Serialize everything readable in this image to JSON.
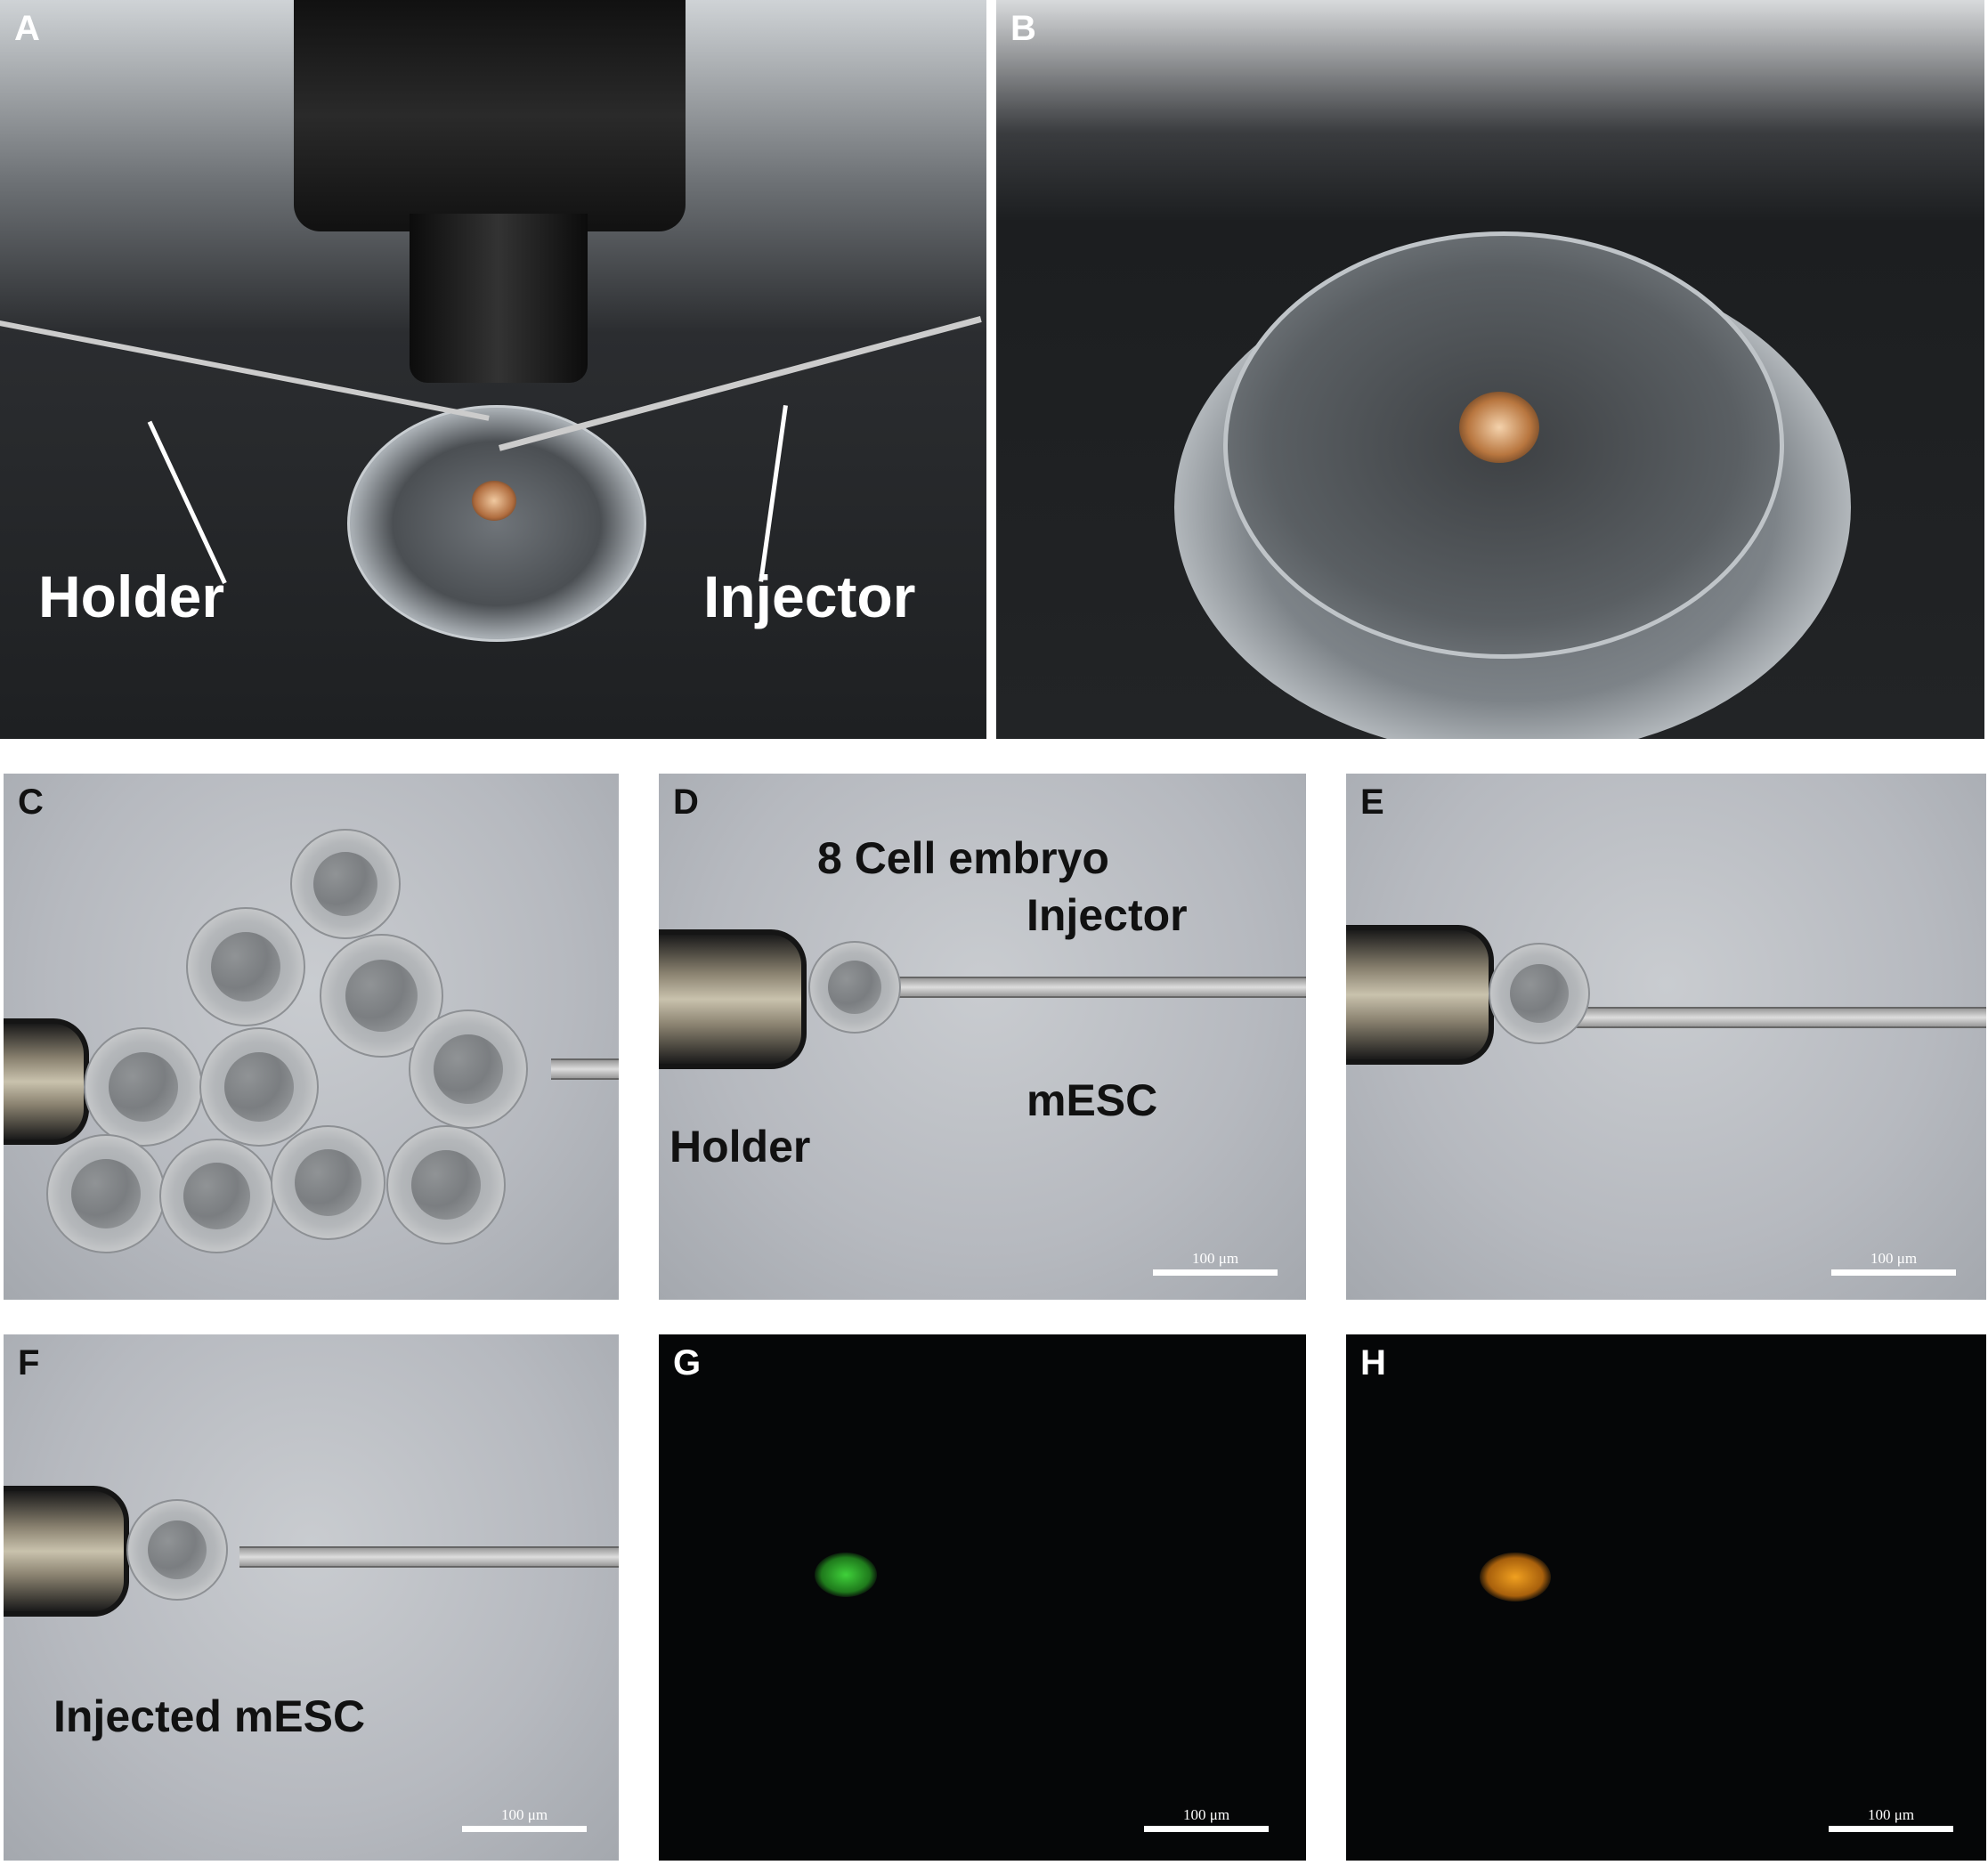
{
  "panels": {
    "A": {
      "label": "A",
      "annotations": {
        "holder": "Holder",
        "injector": "Injector"
      }
    },
    "B": {
      "label": "B"
    },
    "C": {
      "label": "C"
    },
    "D": {
      "label": "D",
      "annotations": {
        "embryo": "8 Cell embryo",
        "injector": "Injector",
        "mesc": "mESC",
        "holder": "Holder"
      },
      "scale_bar": "100 μm"
    },
    "E": {
      "label": "E",
      "scale_bar": "100 μm"
    },
    "F": {
      "label": "F",
      "annotations": {
        "injected": "Injected mESC"
      },
      "scale_bar": "100 μm"
    },
    "G": {
      "label": "G",
      "scale_bar": "100 μm",
      "fluorescence_color": "#3fd13a"
    },
    "H": {
      "label": "H",
      "scale_bar": "100 μm",
      "fluorescence_color": "#f0a020"
    }
  }
}
